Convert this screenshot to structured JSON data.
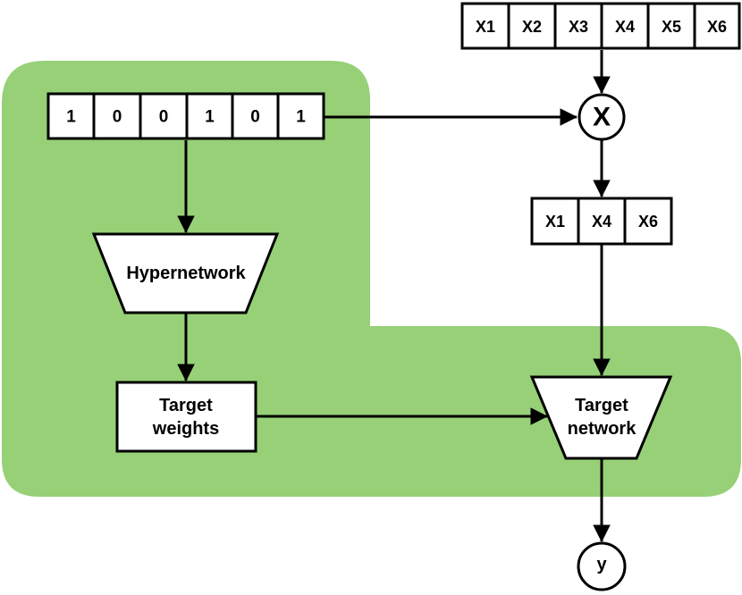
{
  "colors": {
    "highlight_region": "#97d077",
    "stroke": "#000000",
    "box_fill": "#ffffff"
  },
  "mask": {
    "bits": [
      "1",
      "0",
      "0",
      "1",
      "0",
      "1"
    ]
  },
  "features": {
    "inputs": [
      "X1",
      "X2",
      "X3",
      "X4",
      "X5",
      "X6"
    ],
    "selected": [
      "X1",
      "X4",
      "X6"
    ]
  },
  "multiply_symbol": "X",
  "hypernetwork": {
    "label": "Hypernetwork"
  },
  "target_weights": {
    "line1": "Target",
    "line2": "weights"
  },
  "target_network": {
    "line1": "Target",
    "line2": "network"
  },
  "output": {
    "label": "y"
  }
}
